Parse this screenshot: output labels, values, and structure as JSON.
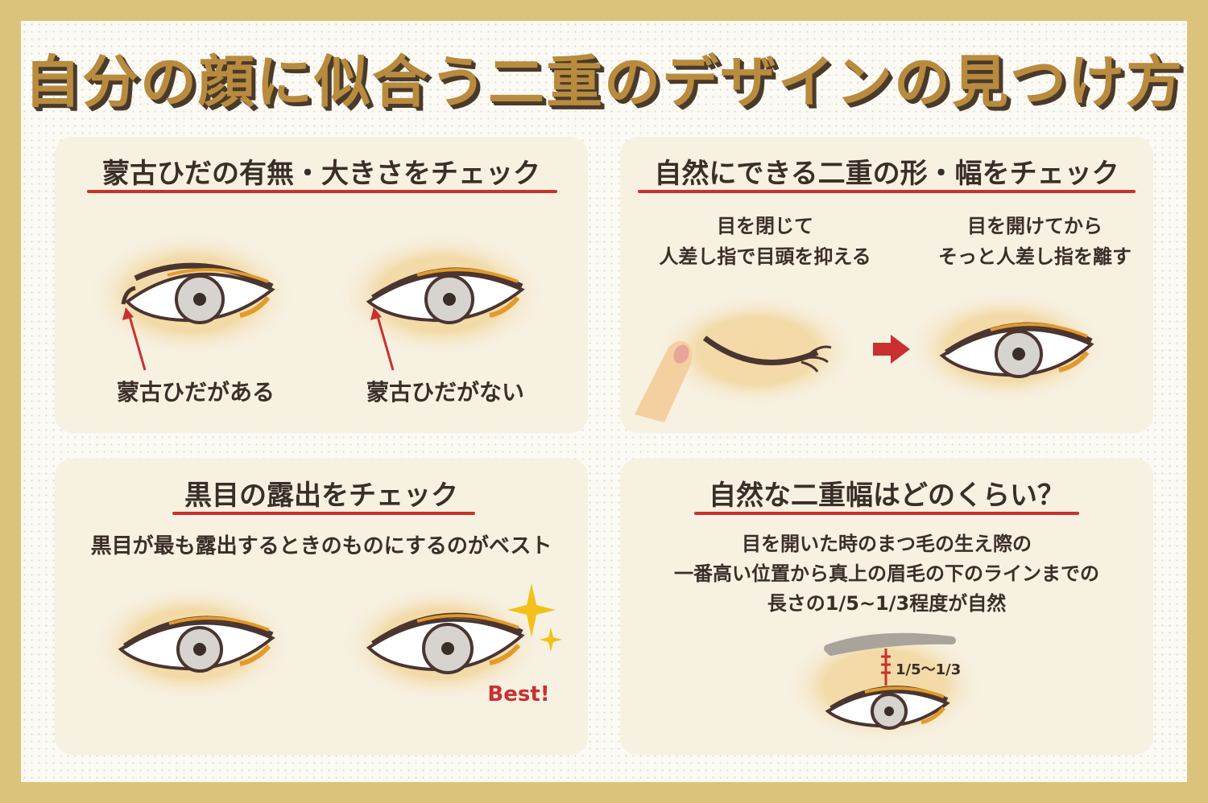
{
  "title": "自分の顔に似合う二重のデザインの見つけ方",
  "panels": {
    "mongolian_fold": {
      "title": "蒙古ひだの有無・大きさをチェック",
      "label_with": "蒙古ひだがある",
      "label_without": "蒙古ひだがない"
    },
    "natural_fold": {
      "title": "自然にできる二重の形・幅をチェック",
      "step1": [
        "目を閉じて",
        "人差し指で目頭を抑える"
      ],
      "step2": [
        "目を開けてから",
        "そっと人差し指を離す"
      ]
    },
    "iris_exposure": {
      "title": "黒目の露出をチェック",
      "description": "黒目が最も露出するときのものにするのがベスト",
      "best_label": "Best!"
    },
    "natural_width": {
      "title": "自然な二重幅はどのくらい？",
      "description": [
        "目を開いた時のまつ毛の生え際の",
        "一番高い位置から真上の眉毛の下のラインまでの",
        "長さの1/5~1/3程度が自然"
      ],
      "ratio_label": "1/5～1/3"
    }
  },
  "colors": {
    "frame": "#dcc37c",
    "title_gold": "#b98b3e",
    "accent_red": "#c9312f",
    "panel_bg": "#f7f1e2",
    "text_dark": "#3a2f28"
  }
}
